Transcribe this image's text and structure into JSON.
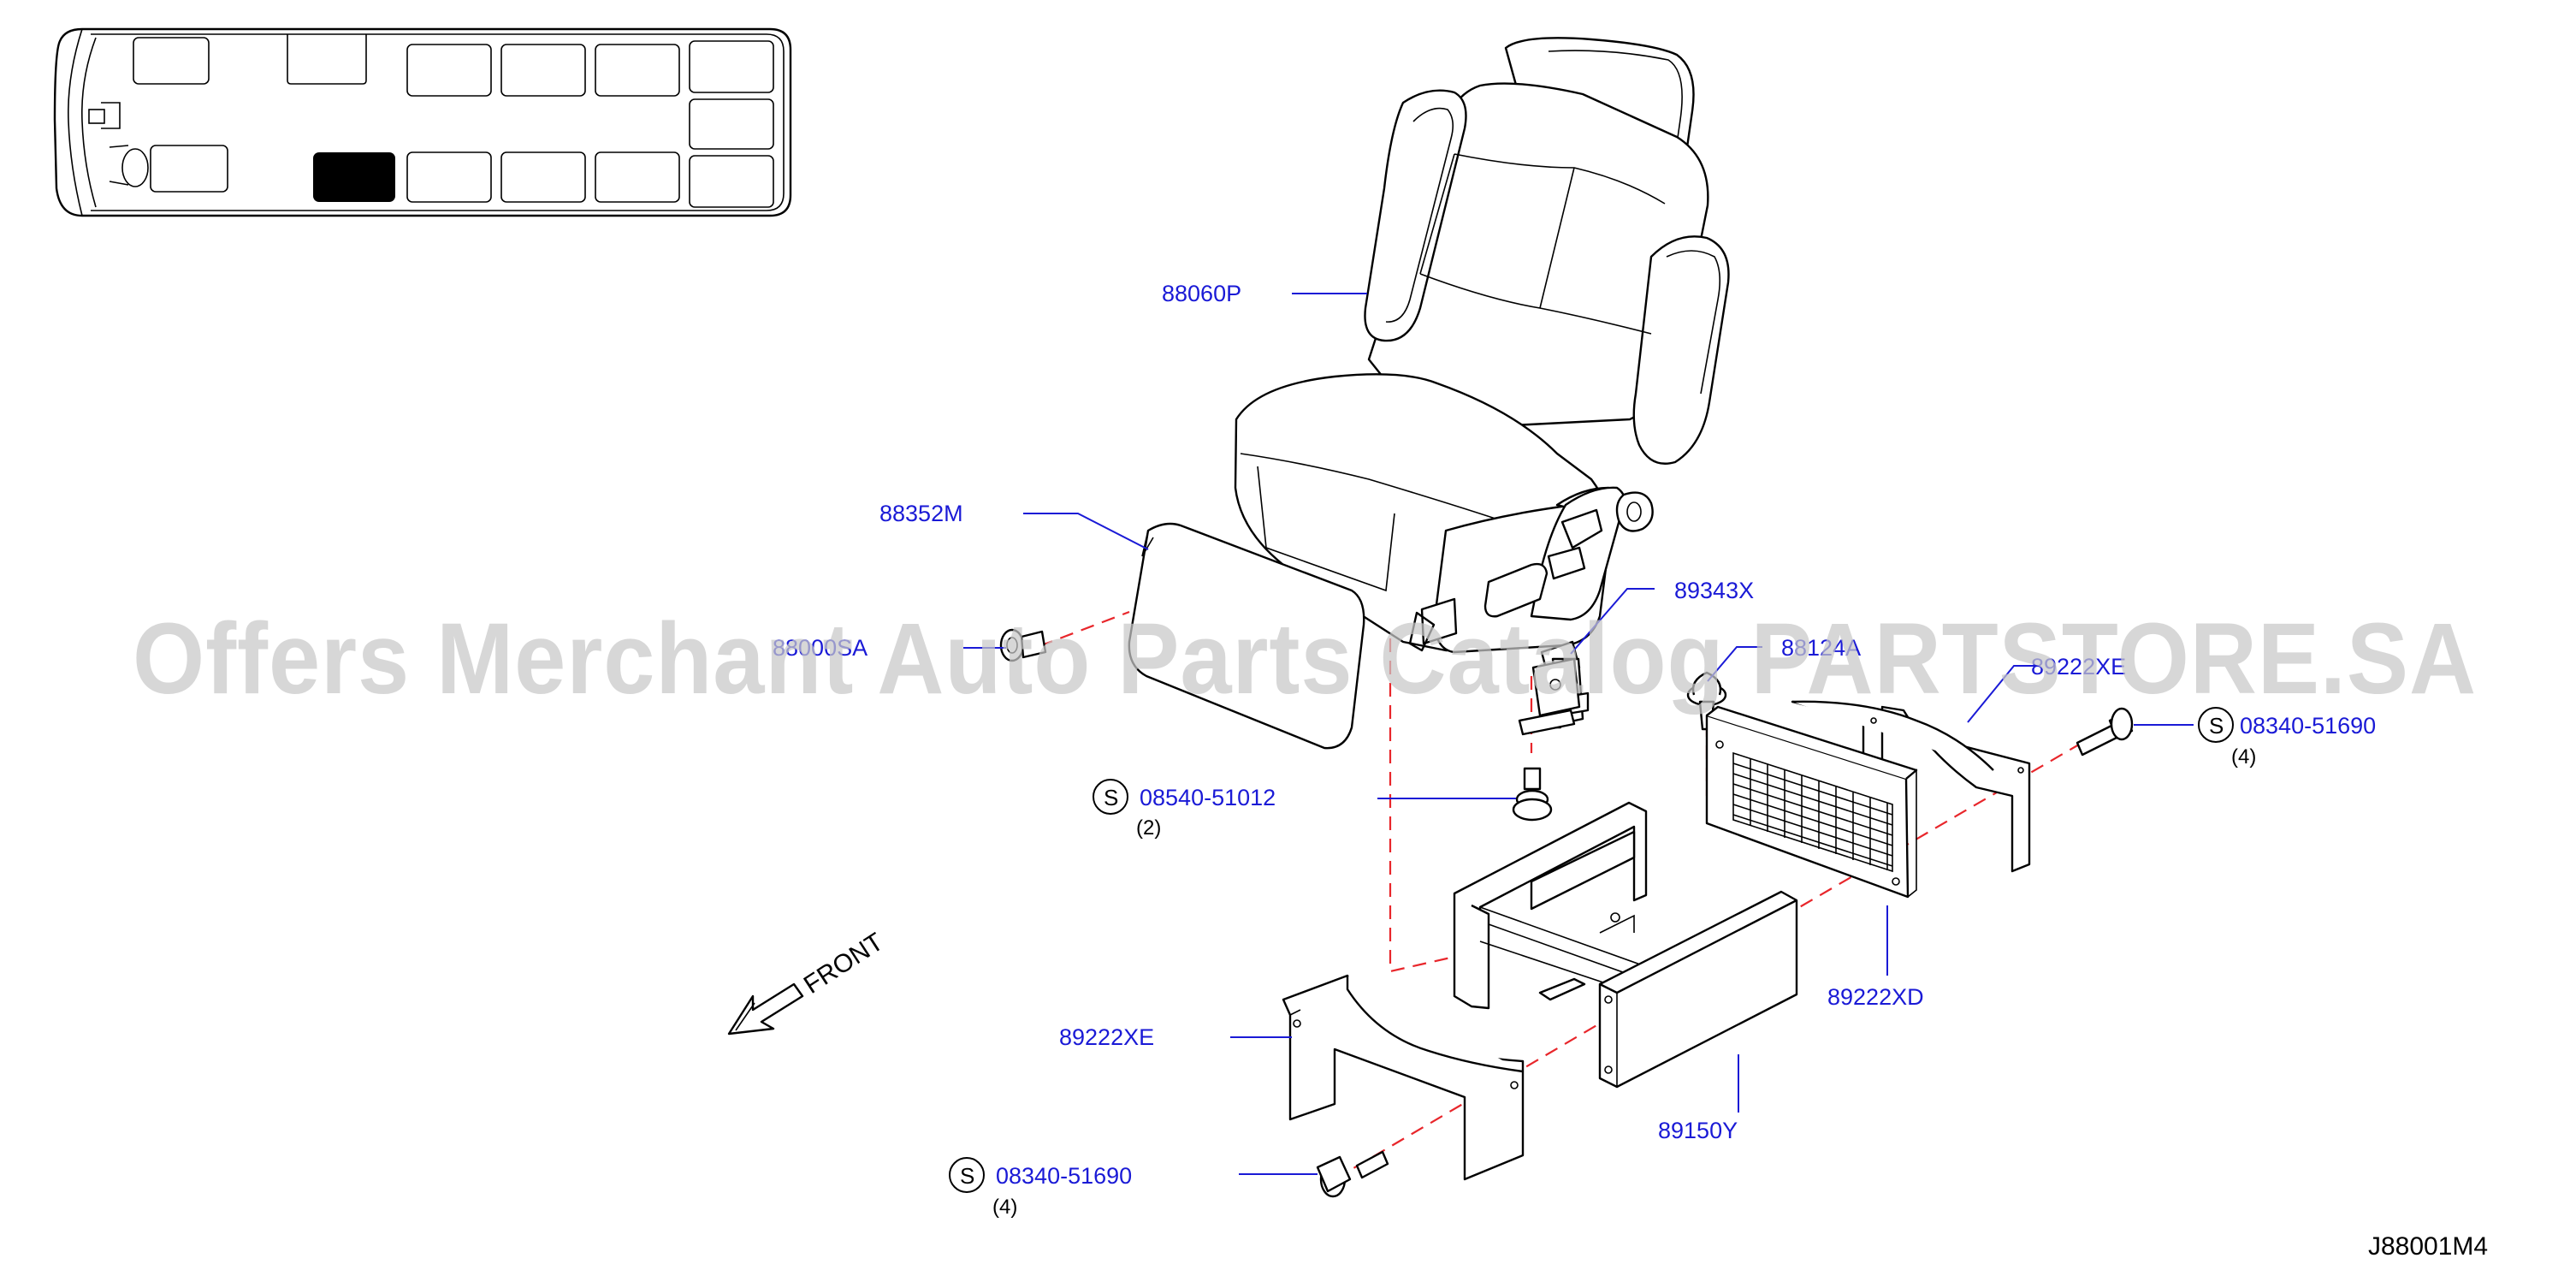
{
  "diagram_id": "J88001M4",
  "watermark": "Offers Merchant Auto Parts Catalog PARTSTORE.SA",
  "front_label": "FRONT",
  "standard_part_symbol": "S",
  "parts": {
    "p88060P": "88060P",
    "p88352M": "88352M",
    "p88000SA": "88000SA",
    "p89343X": "89343X",
    "p88124A": "88124A",
    "p89222XE_right": "89222XE",
    "p08340_right": "08340-51690",
    "qty_08340_right": "(4)",
    "p08540": "08540-51012",
    "qty_08540": "(2)",
    "p89222XD": "89222XD",
    "p89222XE_left": "89222XE",
    "p89150Y": "89150Y",
    "p08340_left": "08340-51690",
    "qty_08340_left": "(4)"
  },
  "colors": {
    "callout": "#1a1ad6",
    "dashed_guide": "#e8262b",
    "line_art": "#000000",
    "highlight_seat": "#000000",
    "watermark": "#c8c8c8"
  }
}
